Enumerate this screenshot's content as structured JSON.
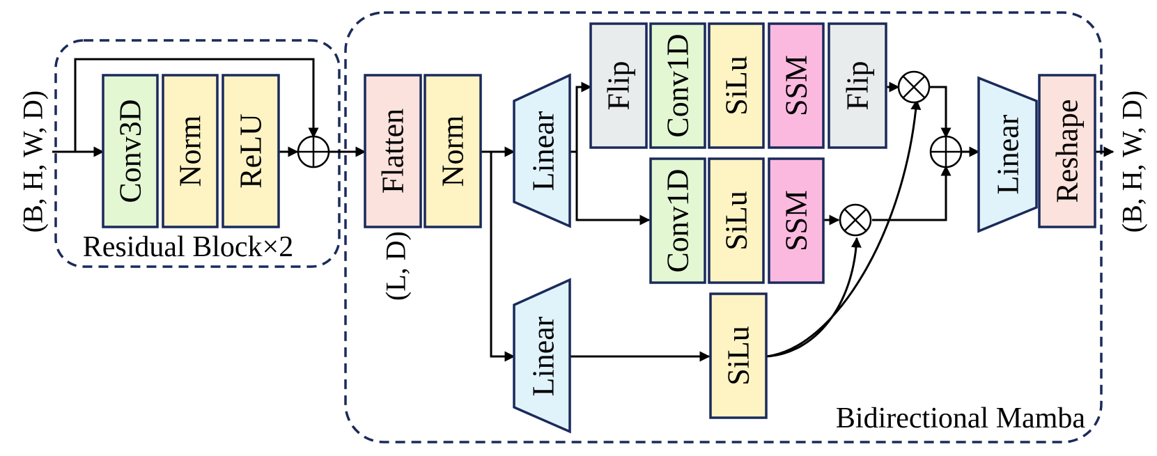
{
  "colors": {
    "border": "#1a2a5a",
    "conv": "#e2f7d2",
    "norm": "#fdf3c3",
    "flatten": "#fbe2dc",
    "flip": "#e9ecec",
    "ssm": "#fcb9df",
    "linear": "#e0f3fb",
    "reshape": "#fbe2dc"
  },
  "residual": {
    "caption": "Residual Block×2",
    "blocks": [
      "Conv3D",
      "Norm",
      "ReLU"
    ]
  },
  "mamba": {
    "caption": "Bidirectional Mamba",
    "flatten": "Flatten",
    "norm": "Norm",
    "linear_in": "Linear",
    "linear_gate": "Linear",
    "linear_out": "Linear",
    "reshape": "Reshape",
    "backward_path": [
      "Flip",
      "Conv1D",
      "SiLu",
      "SSM",
      "Flip"
    ],
    "forward_path": [
      "Conv1D",
      "SiLu",
      "SSM"
    ],
    "gate_act": "SiLu"
  },
  "shapes": {
    "input": "(B, H, W, D)",
    "sequence": "(L, D)",
    "output": "(B, H, W, D)"
  },
  "icons": {
    "add": "circle-plus-icon",
    "multiply": "circle-times-icon"
  }
}
